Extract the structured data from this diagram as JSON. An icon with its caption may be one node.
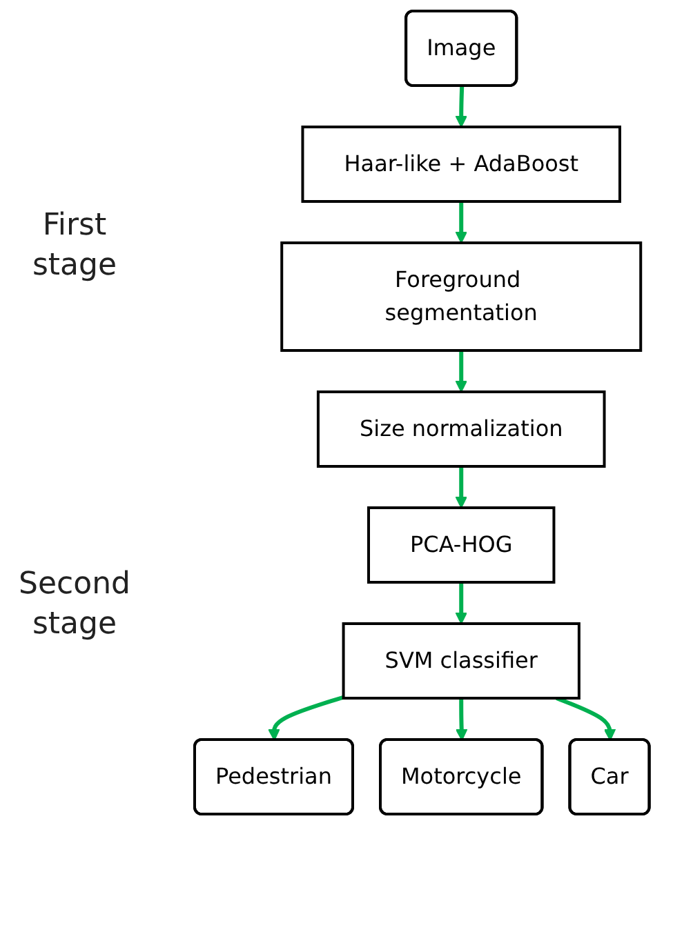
{
  "diagram": {
    "nodes": [
      {
        "text": [
          "Image"
        ]
      },
      {
        "text": [
          "Haar-like + AdaBoost"
        ]
      },
      {
        "text": [
          "Foreground segmentation"
        ]
      },
      {
        "text": [
          "Size normalization"
        ]
      },
      {
        "text": [
          "PCA-HOG"
        ]
      },
      {
        "text": [
          "SVM classifier"
        ]
      },
      {
        "text": [
          "Pedestrian"
        ]
      },
      {
        "text": [
          "Motorcycle"
        ]
      },
      {
        "text": [
          "Car"
        ]
      }
    ],
    "edges": [
      {
        "from": 0,
        "to": 1,
        "arrow": "to"
      },
      {
        "from": 1,
        "to": 2,
        "arrow": "to"
      },
      {
        "from": 2,
        "to": 3,
        "arrow": "to"
      },
      {
        "from": 3,
        "to": 4,
        "arrow": "to"
      },
      {
        "from": 4,
        "to": 5,
        "arrow": "to"
      },
      {
        "from": 5,
        "to": 6,
        "arrow": "to"
      },
      {
        "from": 5,
        "to": 7,
        "arrow": "to"
      },
      {
        "from": 5,
        "to": 8,
        "arrow": "to"
      }
    ],
    "labels": [
      "First stage",
      "Second stage"
    ]
  }
}
